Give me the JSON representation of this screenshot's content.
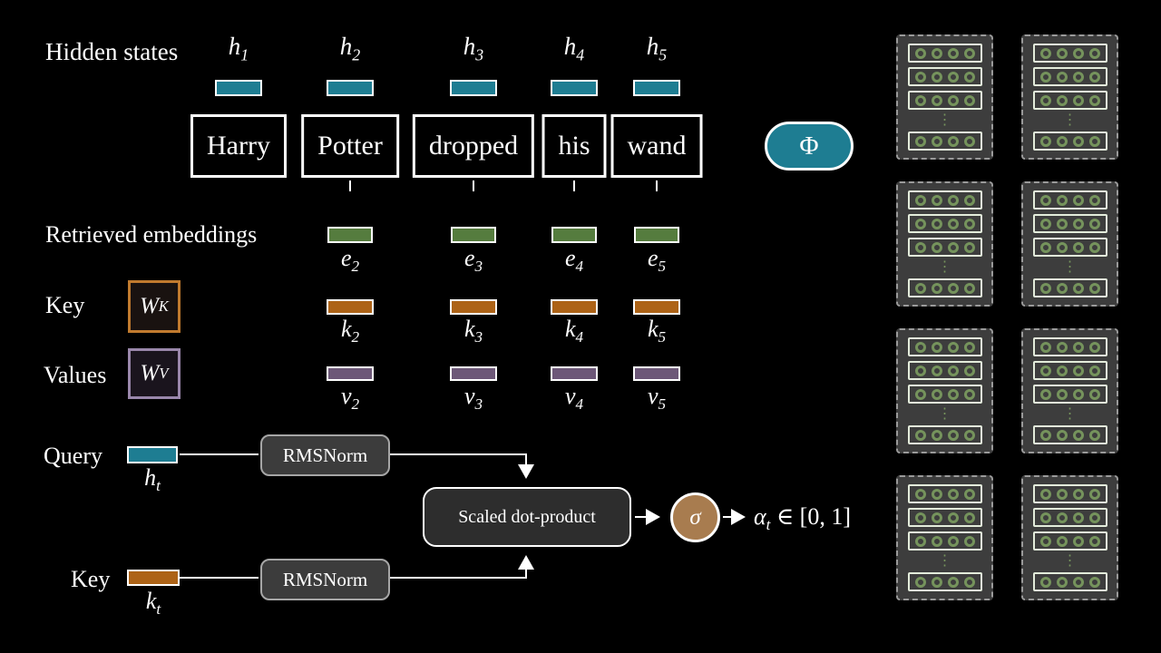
{
  "colors": {
    "teal": "#1e7d92",
    "green": "#557c3e",
    "orange": "#ad6317",
    "purple": "#6d5878",
    "sigma_fill": "#a87c4f",
    "wk_border": "#c07a2e",
    "wv_border": "#9a87ab",
    "memory_green": "#75935c"
  },
  "top": {
    "label": "Hidden states",
    "phi": "Φ",
    "columns": [
      {
        "h_base": "h",
        "h_sub": "1",
        "word": "Harry"
      },
      {
        "h_base": "h",
        "h_sub": "2",
        "word": "Potter"
      },
      {
        "h_base": "h",
        "h_sub": "3",
        "word": "dropped"
      },
      {
        "h_base": "h",
        "h_sub": "4",
        "word": "his"
      },
      {
        "h_base": "h",
        "h_sub": "5",
        "word": "wand"
      }
    ]
  },
  "retrieved": {
    "label": "Retrieved embeddings",
    "items": [
      {
        "base": "e",
        "sub": "2"
      },
      {
        "base": "e",
        "sub": "3"
      },
      {
        "base": "e",
        "sub": "4"
      },
      {
        "base": "e",
        "sub": "5"
      }
    ]
  },
  "keys": {
    "label": "Key",
    "matrix_base": "W",
    "matrix_sub": "K",
    "items": [
      {
        "base": "k",
        "sub": "2"
      },
      {
        "base": "k",
        "sub": "3"
      },
      {
        "base": "k",
        "sub": "4"
      },
      {
        "base": "k",
        "sub": "5"
      }
    ]
  },
  "values": {
    "label": "Values",
    "matrix_base": "W",
    "matrix_sub": "V",
    "items": [
      {
        "base": "v",
        "sub": "2"
      },
      {
        "base": "v",
        "sub": "3"
      },
      {
        "base": "v",
        "sub": "4"
      },
      {
        "base": "v",
        "sub": "5"
      }
    ]
  },
  "query_branch": {
    "label": "Query",
    "vec_base": "h",
    "vec_sub": "t",
    "rmsnorm": "RMSNorm"
  },
  "key_branch": {
    "label": "Key",
    "vec_base": "k",
    "vec_sub": "t",
    "rmsnorm": "RMSNorm"
  },
  "attention": {
    "dot_product_label": "Scaled dot-product",
    "sigma": "σ",
    "alpha_base": "α",
    "alpha_sub": "t",
    "alpha_rest": " ∈ [0, 1]"
  },
  "memory": {
    "panel_count": 8,
    "columns": 2,
    "top_vectors_per_panel": 3,
    "bottom_vectors_per_panel": 1,
    "circles_per_vector": 4,
    "ellipsis": "⋮"
  }
}
